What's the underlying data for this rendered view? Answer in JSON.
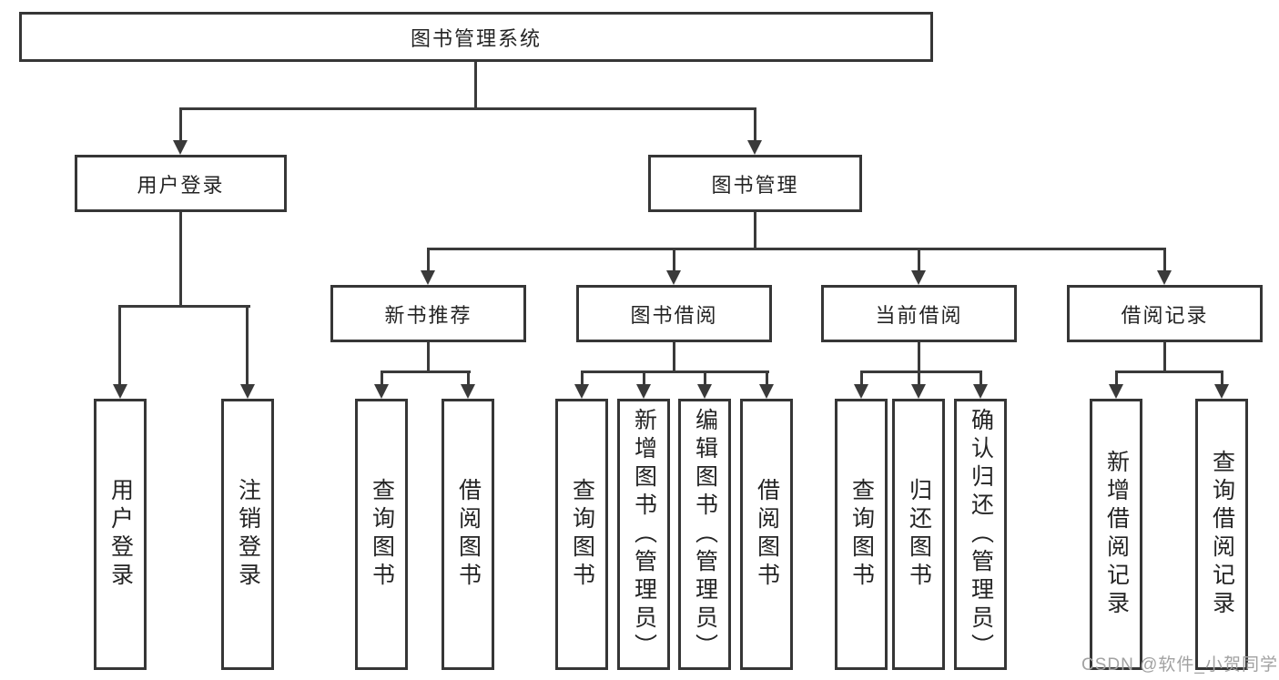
{
  "diagram": {
    "root": {
      "label": "图书管理系统"
    },
    "branches": [
      {
        "label": "用户登录",
        "children": [
          {
            "label": "用户登录"
          },
          {
            "label": "注销登录"
          }
        ]
      },
      {
        "label": "图书管理",
        "children": [
          {
            "label": "新书推荐",
            "children": [
              {
                "label": "查询图书"
              },
              {
                "label": "借阅图书"
              }
            ]
          },
          {
            "label": "图书借阅",
            "children": [
              {
                "label": "查询图书"
              },
              {
                "label": "新增图书（管理员）"
              },
              {
                "label": "编辑图书（管理员）"
              },
              {
                "label": "借阅图书"
              }
            ]
          },
          {
            "label": "当前借阅",
            "children": [
              {
                "label": "查询图书"
              },
              {
                "label": "归还图书"
              },
              {
                "label": "确认归还（管理员）"
              }
            ]
          },
          {
            "label": "借阅记录",
            "children": [
              {
                "label": "新增借阅记录"
              },
              {
                "label": "查询借阅记录"
              }
            ]
          }
        ]
      }
    ]
  },
  "watermark": "CSDN @软件_小贺同学"
}
